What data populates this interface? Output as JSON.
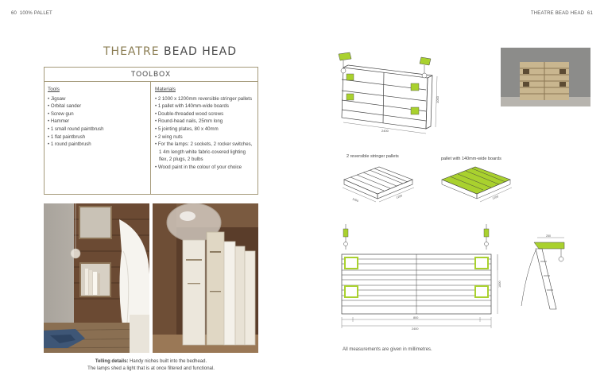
{
  "left_page": {
    "page_number": "60",
    "section": "100% PALLET",
    "title_accent": "THEATRE",
    "title_rest": " BEAD HEAD",
    "toolbox": {
      "heading": "TOOLBOX",
      "tools_heading": "Tools",
      "tools": [
        "Jigsaw",
        "Orbital sander",
        "Screw gun",
        "Hammer",
        "1 small round paintbrush",
        "1 flat paintbrush",
        "1 round paintbrush"
      ],
      "materials_heading": "Materials",
      "materials": [
        "2 1000 x 1200mm reversible stringer pallets",
        "1 pallet with 140mm-wide boards",
        "Double-threaded wood screws",
        "Round-head nails, 25mm long",
        "5 jointing plates, 80 x 40mm",
        "2 wing nuts",
        "For the lamps: 2 sockets, 2 rocker switches, 1 4m length white fabric-covered lighting flex, 2 plugs, 2 bulbs",
        "Wood paint in the colour of your choice"
      ]
    },
    "caption": {
      "lead": "Telling details:",
      "line1": " Handy niches built into the bedhead.",
      "line2": "The lamps shed a light that is at once filtered and functional."
    }
  },
  "right_page": {
    "section": "THEATRE BEAD HEAD",
    "page_number": "61",
    "label_pallets": "2 reversible stringer pallets",
    "label_boards": "pallet with 140mm-wide boards",
    "note": "All measurements are given in millimetres.",
    "dim_2400": "2400",
    "dim_1000": "1000",
    "dim_1200": "1200",
    "dim_800": "800",
    "dim_250": "250"
  },
  "colors": {
    "accent_green": "#a9d12e",
    "title_gold": "#8a7c52",
    "border": "#a59a7a"
  }
}
